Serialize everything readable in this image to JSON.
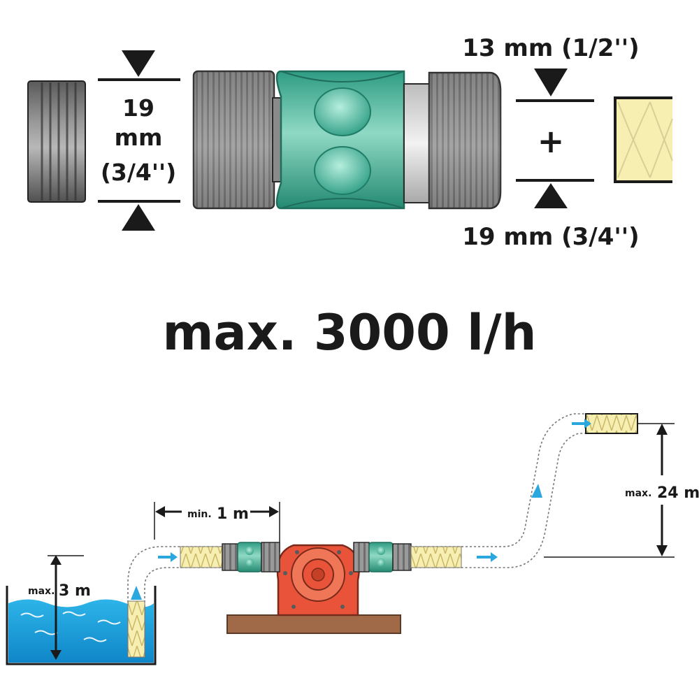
{
  "top": {
    "thread_label": {
      "line1": "19",
      "line2": "mm",
      "line3": "(3/4'')"
    },
    "hose_label_top": "13 mm (1/2'')",
    "plus_sign": "+",
    "hose_label_bottom": "19 mm (3/4'')"
  },
  "headline": "max. 3000 l/h",
  "installation": {
    "suction_depth": {
      "prefix": "max.",
      "value": "3 m"
    },
    "min_distance": {
      "prefix": "min.",
      "value": "1 m"
    },
    "delivery_height": {
      "prefix": "max.",
      "value": "24 m"
    }
  },
  "colors": {
    "connector_green": "#3fb89c",
    "pump_red": "#e8533a",
    "water_blue": "#1ea7e0",
    "hose_yellow": "#f7eeb2",
    "base_brown": "#a06a48",
    "flow_arrow": "#2ba7e0"
  }
}
